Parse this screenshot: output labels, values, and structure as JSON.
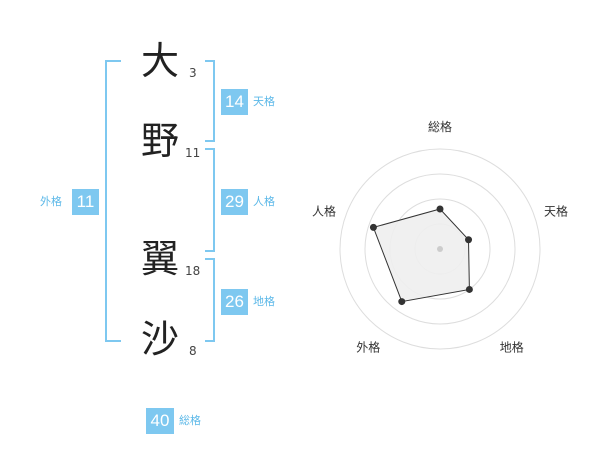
{
  "name": {
    "characters": [
      {
        "char": "大",
        "strokes": "3"
      },
      {
        "char": "野",
        "strokes": "11"
      },
      {
        "char": "翼",
        "strokes": "18"
      },
      {
        "char": "沙",
        "strokes": "8"
      }
    ]
  },
  "kaku": {
    "tenkaku": {
      "value": "14",
      "label": "天格"
    },
    "jinkaku": {
      "value": "29",
      "label": "人格"
    },
    "chikaku": {
      "value": "26",
      "label": "地格"
    },
    "gaikaku": {
      "value": "11",
      "label": "外格"
    },
    "soukaku": {
      "value": "40",
      "label": "総格"
    }
  },
  "colors": {
    "accent": "#7ec8f0",
    "accent_text": "#5bb8e8",
    "polygon_fill": "#eeeeee"
  },
  "chart_data": {
    "type": "radar",
    "axes": [
      "総格",
      "天格",
      "地格",
      "外格",
      "人格"
    ],
    "levels": 4,
    "range": [
      0,
      4
    ],
    "values": [
      1.6,
      1.2,
      2.0,
      2.6,
      2.8
    ]
  }
}
